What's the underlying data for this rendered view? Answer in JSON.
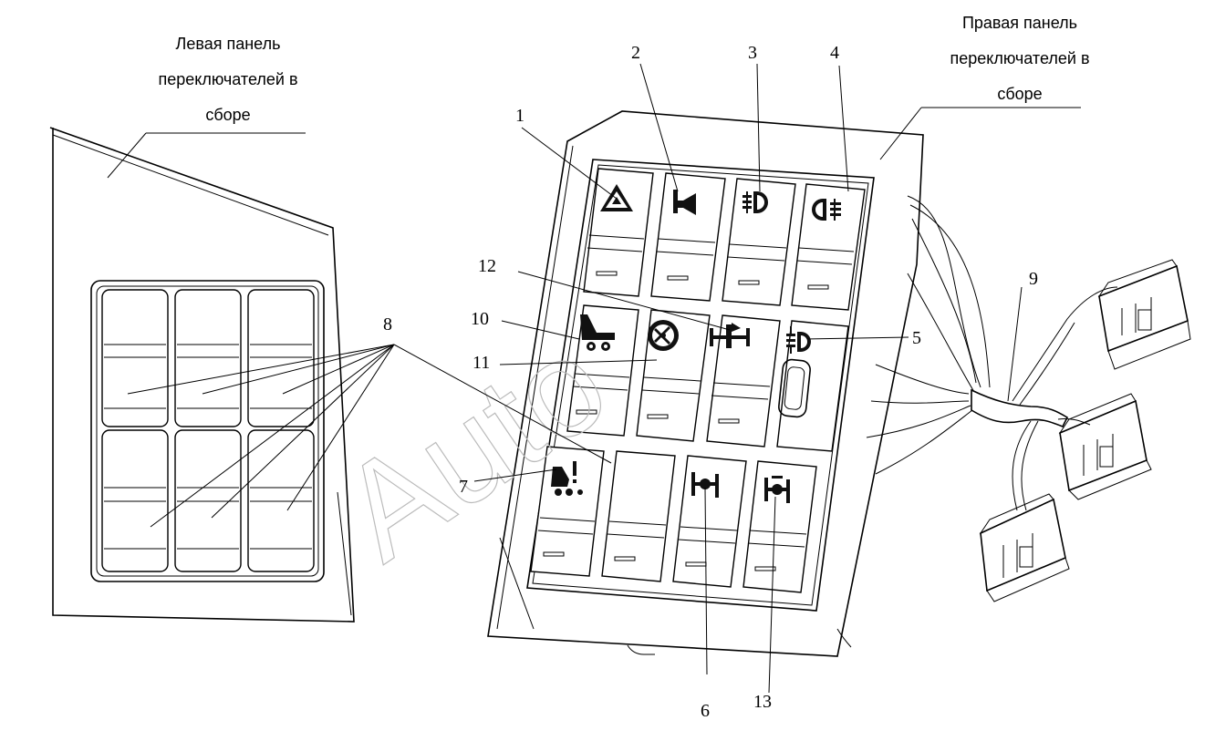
{
  "captions": {
    "left_panel": [
      "Левая панель",
      "переключателей в",
      "сборе"
    ],
    "right_panel": [
      "Правая панель",
      "переключателей в",
      "сборе"
    ]
  },
  "callouts": [
    "1",
    "2",
    "3",
    "4",
    "5",
    "6",
    "7",
    "8",
    "9",
    "10",
    "11",
    "12",
    "13"
  ],
  "watermark": "Auto"
}
